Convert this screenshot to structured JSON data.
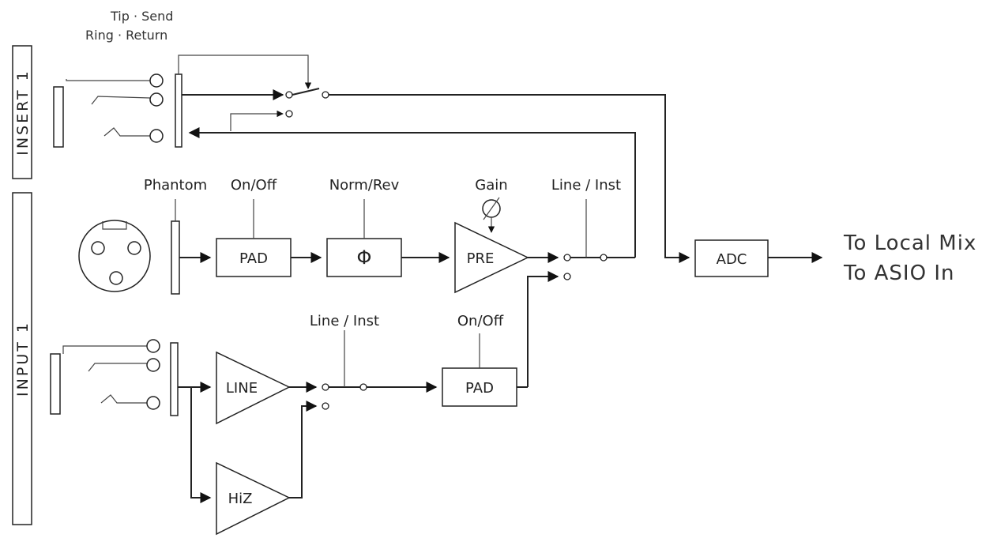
{
  "insert": {
    "section_label": "INSERT 1",
    "legend_line1": "Tip · Send",
    "legend_line2": "Ring · Return"
  },
  "input": {
    "section_label": "INPUT 1"
  },
  "labels": {
    "phantom": "Phantom",
    "mic_pad_switch": "On/Off",
    "phase_switch": "Norm/Rev",
    "gain": "Gain",
    "line_inst_top": "Line / Inst",
    "line_inst_bottom": "Line / Inst",
    "inst_pad_switch": "On/Off"
  },
  "blocks": {
    "mic_pad": "PAD",
    "phase": "Φ",
    "pre": "PRE",
    "adc": "ADC",
    "line": "LINE",
    "hiz": "HiZ",
    "inst_pad": "PAD"
  },
  "outputs": {
    "local_mix": "To Local Mix",
    "asio": "To ASIO In"
  }
}
